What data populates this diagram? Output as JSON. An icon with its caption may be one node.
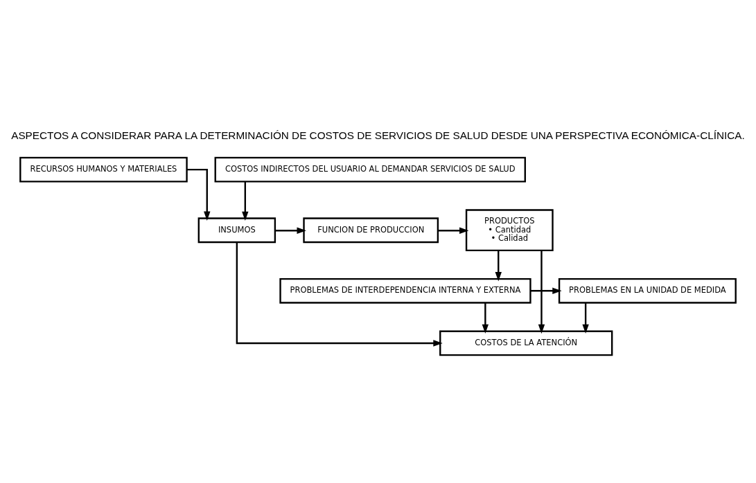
{
  "diagram": {
    "title": "ASPECTOS A CONSIDERAR PARA LA DETERMINACIÓN DE COSTOS DE SERVICIOS DE SALUD DESDE UNA PERSPECTIVA ECONÓMICA-CLÍNICA.",
    "nodes": [
      {
        "text": [
          "RECURSOS HUMANOS Y MATERIALES"
        ]
      },
      {
        "text": [
          "INSUMOS"
        ]
      },
      {
        "text": [
          "FUNCION DE PRODUCCION"
        ]
      },
      {
        "text": [
          "PRODUCTOS",
          "• Cantidad",
          "• Calidad"
        ]
      },
      {
        "text": [
          "COSTOS INDIRECTOS DEL USUARIO AL DEMANDAR SERVICIOS DE SALUD"
        ]
      },
      {
        "text": [
          "PROBLEMAS EN LA UNIDAD DE MEDIDA"
        ]
      },
      {
        "text": [
          "PROBLEMAS DE INTERDEPENDENCIA INTERNA Y EXTERNA"
        ]
      },
      {
        "text": [
          "COSTOS DE LA ATENCIÓN"
        ]
      }
    ],
    "edges": [
      {
        "from": 0,
        "to": 1,
        "arrow": "to"
      },
      {
        "from": 1,
        "to": 2,
        "arrow": "to"
      },
      {
        "from": 2,
        "to": 3,
        "arrow": "to"
      },
      {
        "from": 4,
        "to": 1,
        "arrow": "to"
      },
      {
        "from": 3,
        "to": 6,
        "arrow": "to"
      },
      {
        "from": 6,
        "to": 5,
        "arrow": "to"
      },
      {
        "from": 5,
        "to": 7,
        "arrow": "to"
      },
      {
        "from": 6,
        "to": 7,
        "arrow": "to"
      },
      {
        "from": 1,
        "to": 7,
        "arrow": "to"
      },
      {
        "from": 3,
        "to": 7,
        "arrow": "to"
      }
    ]
  }
}
